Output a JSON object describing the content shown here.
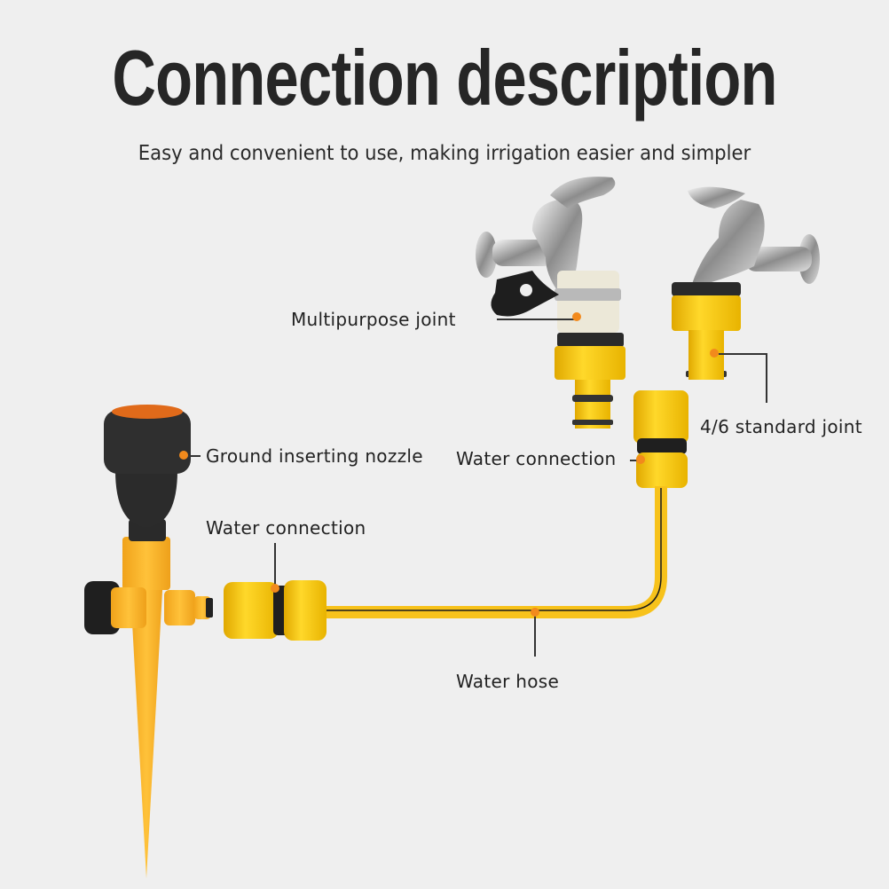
{
  "header": {
    "title": "Connection description",
    "subtitle": "Easy and convenient to use, making irrigation easier and simpler"
  },
  "callouts": [
    {
      "id": "multipurpose-joint",
      "label": "Multipurpose joint"
    },
    {
      "id": "standard-joint",
      "label": "4/6 standard joint"
    },
    {
      "id": "ground-inserting-nozzle",
      "label": "Ground inserting nozzle"
    },
    {
      "id": "water-connection-right",
      "label": "Water connection"
    },
    {
      "id": "water-connection-left",
      "label": "Water connection"
    },
    {
      "id": "water-hose",
      "label": "Water hose"
    }
  ],
  "colors": {
    "background": "#efefef",
    "accent_dot": "#f28a1c",
    "product_yellow": "#f7c21b",
    "text": "#222222"
  }
}
